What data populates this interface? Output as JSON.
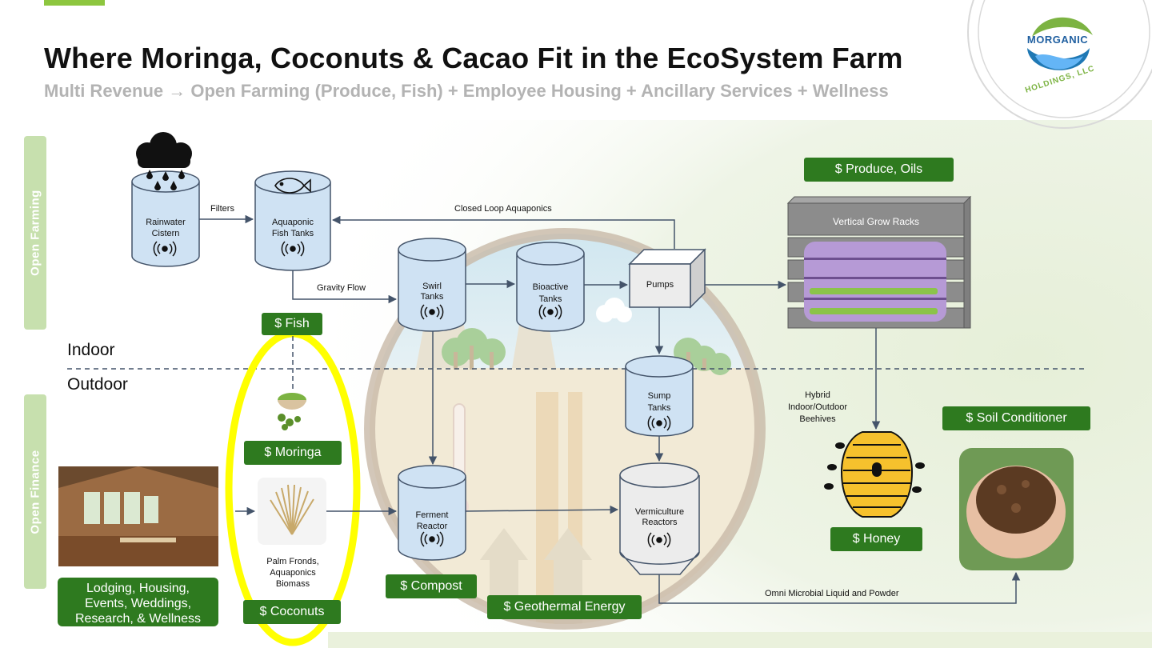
{
  "header": {
    "title": "Where Moringa, Coconuts & Cacao Fit in the EcoSystem Farm",
    "subtitle": "Multi Revenue → Open Farming (Produce, Fish) + Employee Housing + Ancillary Services + Wellness"
  },
  "logo": {
    "name": "MORGANIC",
    "tagline": "HOLDINGS, LLC"
  },
  "side_tabs": {
    "top": "Open Farming",
    "bottom": "Open Finance"
  },
  "zones": {
    "indoor": "Indoor",
    "outdoor": "Outdoor"
  },
  "tanks": {
    "rainwater": [
      "Rainwater",
      "Cistern"
    ],
    "aquaponic": [
      "Aquaponic",
      "Fish Tanks"
    ],
    "swirl": [
      "Swirl",
      "Tanks"
    ],
    "bioactive": [
      "Bioactive",
      "Tanks"
    ],
    "sump": [
      "Sump",
      "Tanks"
    ],
    "ferment": [
      "Ferment",
      "Reactor"
    ],
    "vermiculture": [
      "Vermiculture",
      "Reactors"
    ]
  },
  "pumps": "Pumps",
  "grow_racks": "Vertical Grow Racks",
  "flows": {
    "filters": "Filters",
    "closed_loop": "Closed Loop Aquaponics",
    "gravity": "Gravity Flow",
    "omni": "Omni Microbial Liquid and Powder"
  },
  "beehives": [
    "Hybrid",
    "Indoor/Outdoor",
    "Beehives"
  ],
  "palm": [
    "Palm Fronds,",
    "Aquaponics",
    "Biomass"
  ],
  "badges": {
    "produce": "$ Produce, Oils",
    "fish": "$ Fish",
    "moringa": "$ Moringa",
    "coconuts": "$ Coconuts",
    "compost": "$ Compost",
    "geothermal": "$ Geothermal Energy",
    "honey": "$ Honey",
    "soil": "$ Soil Conditioner"
  },
  "lodging": [
    "Lodging, Housing,",
    "Events, Weddings,",
    "Research, & Wellness"
  ],
  "colors": {
    "brand_green": "#2e7a1f",
    "tank_fill": "#cfe2f3",
    "tank_stroke": "#44546a",
    "highlight": "#ffff00"
  }
}
